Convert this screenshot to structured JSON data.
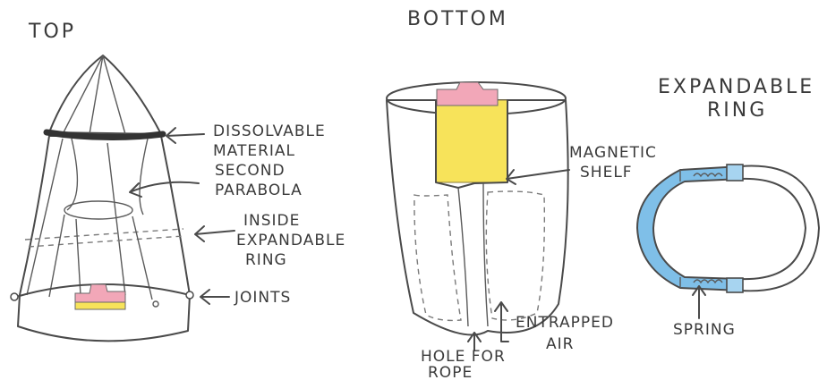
{
  "titles": {
    "top": "TOP",
    "bottom": "BOTTOM",
    "ring_line1": "EXPANDABLE",
    "ring_line2": "RING"
  },
  "labels": {
    "dissolvable_1": "DISSOLVABLE",
    "dissolvable_2": "MATERIAL",
    "second_parabola_1": "SECOND",
    "second_parabola_2": "PARABOLA",
    "inside_ring_1": "INSIDE",
    "inside_ring_2": "EXPANDABLE",
    "inside_ring_3": "RING",
    "joints": "JOINTS",
    "magnetic_shelf_1": "MAGNETIC",
    "magnetic_shelf_2": "SHELF",
    "entrapped_air_1": "ENTRAPPED",
    "entrapped_air_2": "AIR",
    "hole_for_rope_1": "HOLE FOR",
    "hole_for_rope_2": "ROPE",
    "spring": "SPRING"
  },
  "colors": {
    "body_tan": "#f3d9b1",
    "body_tan_dark": "#e9c592",
    "band_dark": "#333333",
    "pink": "#f2a7b8",
    "yellow": "#f7e35a",
    "ring_blue": "#7fbfe8",
    "ink": "#4a4a4a"
  }
}
